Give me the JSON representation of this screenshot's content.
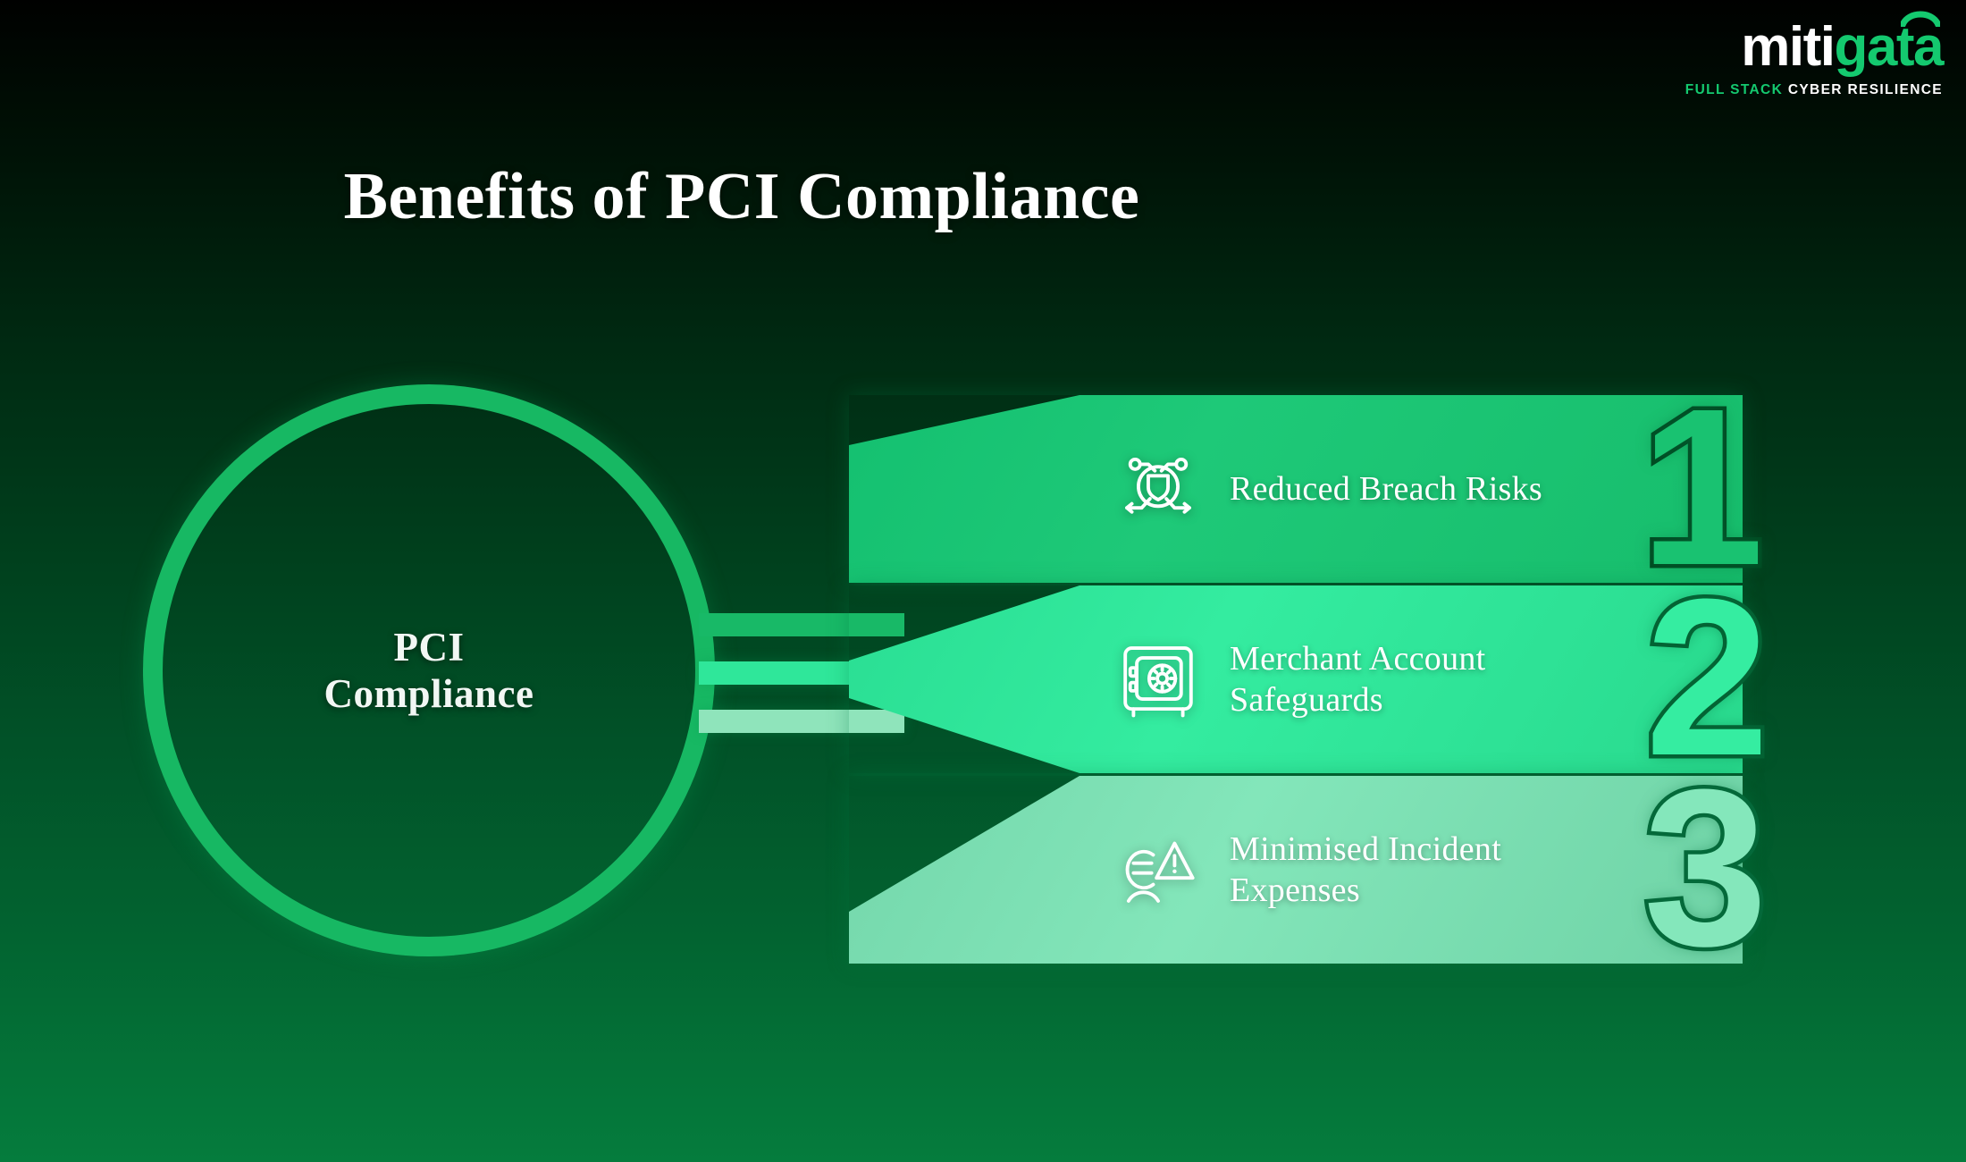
{
  "logo": {
    "name_part_white": "miti",
    "name_part_green": "gata",
    "tagline_green": "FULL STACK",
    "tagline_white": "CYBER RESILIENCE",
    "arc_icon": "arc-swoosh-icon",
    "brand_green": "#14c96f",
    "brand_white": "#ffffff"
  },
  "header": {
    "title": "Benefits of PCI Compliance"
  },
  "magnifier": {
    "label_line1": "PCI",
    "label_line2": "Compliance",
    "ring_color": "#17b863"
  },
  "benefits": [
    {
      "number": "1",
      "label": "Reduced Breach Risks",
      "label_line1": "Reduced Breach Risks",
      "label_line2": "",
      "icon": "shield-network-icon",
      "banner_color": "#1ec978",
      "number_color": "#19c271",
      "number_stroke": "#014a22"
    },
    {
      "number": "2",
      "label": "Merchant Account Safeguards",
      "label_line1": "Merchant Account",
      "label_line2": "Safeguards",
      "icon": "safe-vault-icon",
      "banner_color": "#34eca0",
      "number_color": "#35eda1",
      "number_stroke": "#046133"
    },
    {
      "number": "3",
      "label": "Minimised Incident Expenses",
      "label_line1": "Minimised Incident",
      "label_line2": "Expenses",
      "icon": "euro-warning-icon",
      "banner_color": "#83e6ba",
      "number_color": "#84e7bb",
      "number_stroke": "#05693a"
    }
  ],
  "theme": {
    "background_top": "#000100",
    "background_bottom": "#057c3d",
    "text_white": "#ffffff"
  }
}
